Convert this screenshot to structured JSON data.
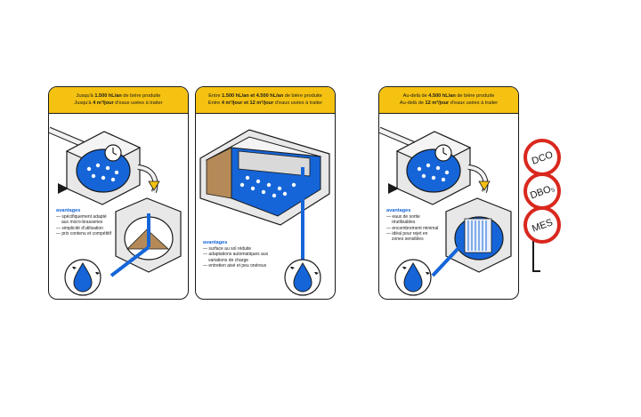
{
  "colors": {
    "accent_blue": "#1565d8",
    "header_yellow": "#f5c211",
    "sign_red": "#d9281e",
    "outline": "#1a1a1a"
  },
  "cards": [
    {
      "header": {
        "line1_pre": "Jusqu'à ",
        "line1_bold": "1.500 hL/an",
        "line1_post": " de bière produite",
        "line2_pre": "Jusqu'à ",
        "line2_bold": "4 m³/jour",
        "line2_post": " d'eaux usées à traiter"
      },
      "advantages_title": "avantages",
      "advantages": [
        "spécifiquement adapté aux micro-brasseries",
        "simplicité d'utilisation",
        "prix contenu et compétitif"
      ],
      "icons": [
        "clock-icon",
        "water-drop-icon"
      ]
    },
    {
      "header": {
        "line1_pre": "Entre ",
        "line1_bold": "1.500 hL/an et 4.500 hL/an",
        "line1_post": " de bière produite",
        "line2_pre": "Entre ",
        "line2_bold": "4 m³/jour et 12 m³/jour",
        "line2_post": " d'eaux usées à traiter"
      },
      "advantages_title": "avantages",
      "advantages": [
        "surface au sol réduite",
        "adaptations automatiques aux variations de charge",
        "entretien aisé et peu onéreux"
      ],
      "icons": [
        "water-drop-icon"
      ]
    },
    {
      "header": {
        "line1_pre": "Au-delà de ",
        "line1_bold": "4.500 hL/an",
        "line1_post": " de bière produite",
        "line2_pre": "Au-delà de ",
        "line2_bold": "12 m³/jour",
        "line2_post": " d'eaux usées à traiter"
      },
      "advantages_title": "avantages",
      "advantages": [
        "eaux de sortie réutilisables",
        "encombrement minimal",
        "idéal pour rejet en zones sensibles"
      ],
      "icons": [
        "clock-icon",
        "water-drop-icon"
      ]
    }
  ],
  "signs": [
    "DCO",
    "DBO₅",
    "MES"
  ]
}
